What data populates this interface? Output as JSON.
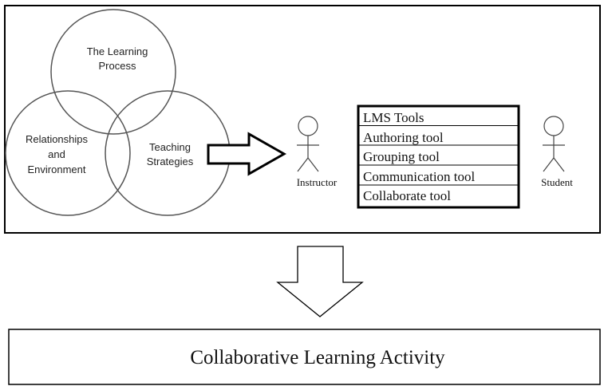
{
  "venn": {
    "top_circle": {
      "line1": "The Learning",
      "line2": "Process"
    },
    "left_circle": {
      "line1": "Relationships",
      "line2": "and",
      "line3": "Environment"
    },
    "right_circle": {
      "line1": "Teaching",
      "line2": "Strategies"
    }
  },
  "actors": {
    "instructor": "Instructor",
    "student": "Student"
  },
  "lms_table": {
    "rows": [
      "LMS Tools",
      "Authoring tool",
      "Grouping tool",
      "Communication tool",
      "Collaborate tool"
    ]
  },
  "result_box": {
    "label": "Collaborative Learning Activity"
  }
}
